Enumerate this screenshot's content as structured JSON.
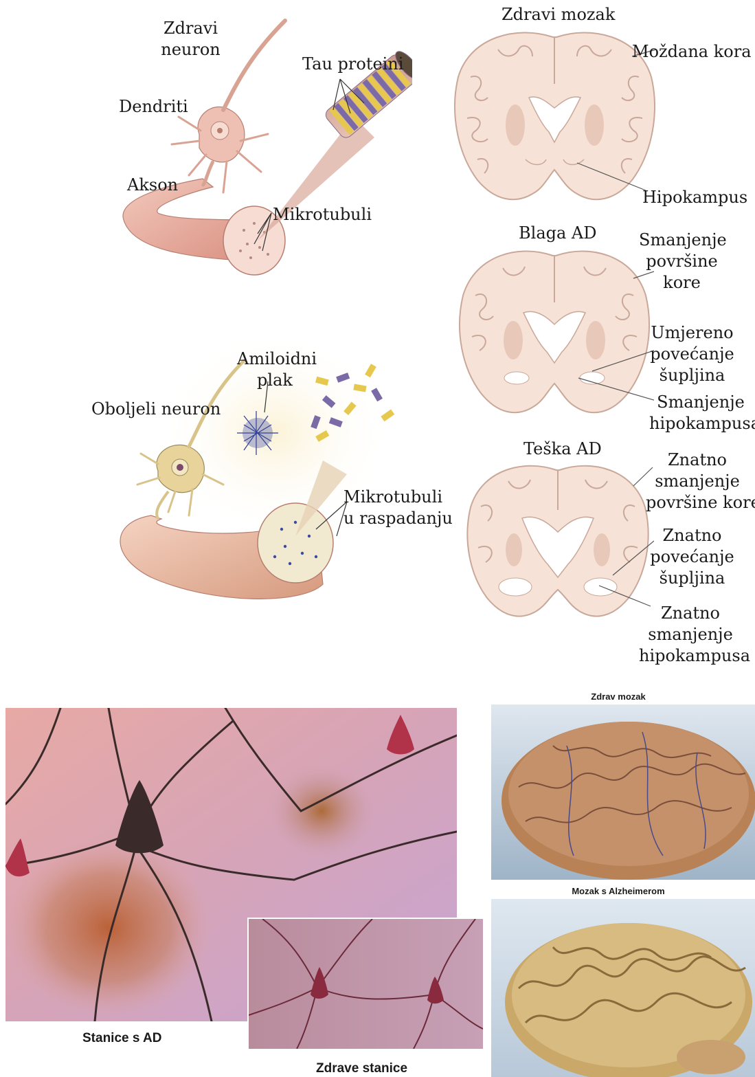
{
  "neuron_labels": {
    "healthy_neuron": "Zdravi\nneuron",
    "tau_proteins": "Tau proteini",
    "dendrites": "Dendriti",
    "axon": "Akson",
    "microtubules": "Mikrotubuli",
    "amyloid_plaque": "Amiloidni\nplak",
    "diseased_neuron": "Oboljeli neuron",
    "disintegrating_microtubules": "Mikrotubuli\nu raspadanju"
  },
  "brain_labels": {
    "healthy_brain": "Zdravi mozak",
    "cortex": "Moždana kora",
    "hippocampus": "Hipokampus",
    "mild_ad": "Blaga AD",
    "cortex_shrinkage": "Smanjenje\npovršine\nkore",
    "moderate_ventricle": "Umjereno\npovećanje\nšupljina",
    "hippocampus_shrinkage": "Smanjenje\nhipokampusa",
    "severe_ad": "Teška AD",
    "severe_cortex": "Znatno\nsmanjenje\npovršine kore",
    "severe_ventricle": "Znatno\npovećanje\nšupljina",
    "severe_hippocampus": "Znatno\nsmanjenje\nhipokampusa"
  },
  "photo_captions": {
    "ad_cells": "Stanice s AD",
    "healthy_cells": "Zdrave stanice",
    "healthy_brain_photo": "Zdrav mozak",
    "alzheimer_brain_photo": "Mozak s Alzheimerom"
  },
  "colors": {
    "brain_tissue": "#f6e2d6",
    "brain_outline": "#c9a89a",
    "neuron_pink": "#e9b3a6",
    "neuron_diseased": "#e8d49a",
    "tau_purple": "#7a6aa6",
    "plaque_blue": "#2b3a8f"
  }
}
